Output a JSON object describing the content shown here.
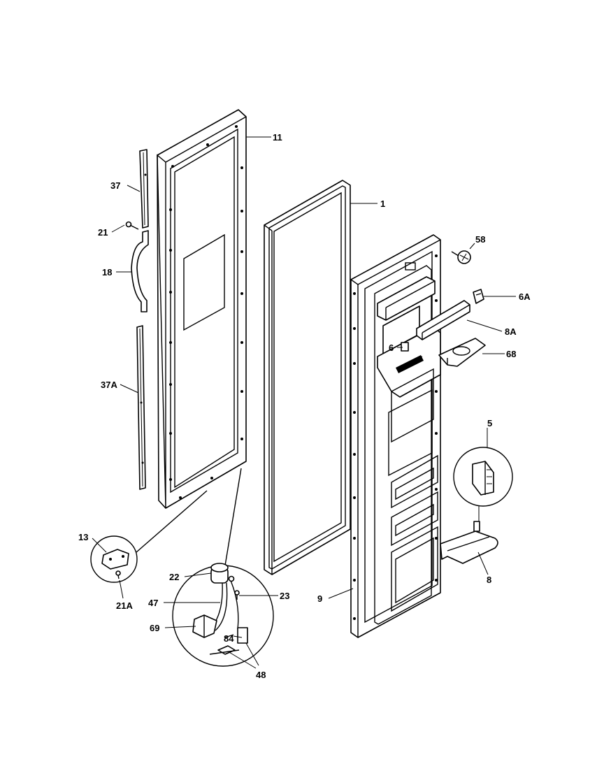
{
  "callouts": [
    {
      "id": "c11",
      "text": "11"
    },
    {
      "id": "c1",
      "text": "1"
    },
    {
      "id": "c37",
      "text": "37"
    },
    {
      "id": "c21",
      "text": "21"
    },
    {
      "id": "c18",
      "text": "18"
    },
    {
      "id": "c37a",
      "text": "37A"
    },
    {
      "id": "c58",
      "text": "58"
    },
    {
      "id": "c6a",
      "text": "6A"
    },
    {
      "id": "c8a",
      "text": "8A"
    },
    {
      "id": "c6",
      "text": "6"
    },
    {
      "id": "c68",
      "text": "68"
    },
    {
      "id": "c5",
      "text": "5"
    },
    {
      "id": "c8",
      "text": "8"
    },
    {
      "id": "c9",
      "text": "9"
    },
    {
      "id": "c13",
      "text": "13"
    },
    {
      "id": "c21a",
      "text": "21A"
    },
    {
      "id": "c22",
      "text": "22"
    },
    {
      "id": "c23",
      "text": "23"
    },
    {
      "id": "c47",
      "text": "47"
    },
    {
      "id": "c69",
      "text": "69"
    },
    {
      "id": "c84",
      "text": "84"
    },
    {
      "id": "c48",
      "text": "48"
    }
  ]
}
